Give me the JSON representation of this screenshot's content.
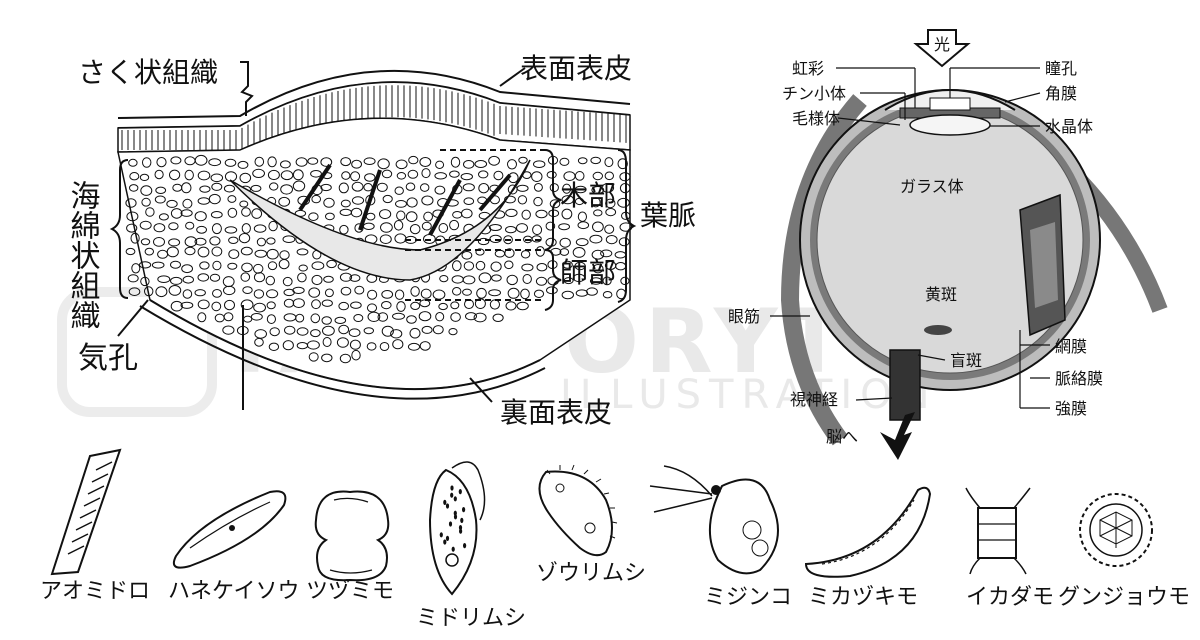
{
  "watermark": {
    "main": "TAKEPORYTO",
    "sub": "ILLUSTRATION"
  },
  "leaf": {
    "labels": {
      "palisade": "さく状組織",
      "upper_epidermis": "表面表皮",
      "spongy": "海綿状組織",
      "xylem": "木部",
      "phloem": "師部",
      "vein": "葉脈",
      "stoma": "気孔",
      "lower_epidermis": "裏面表皮"
    }
  },
  "eye": {
    "labels": {
      "light": "光",
      "iris": "虹彩",
      "zonule": "チン小体",
      "ciliary": "毛様体",
      "pupil": "瞳孔",
      "cornea": "角膜",
      "lens": "水晶体",
      "vitreous": "ガラス体",
      "muscle": "眼筋",
      "macula": "黄斑",
      "retina": "網膜",
      "choroid": "脈絡膜",
      "blind_spot": "盲斑",
      "optic_nerve": "視神経",
      "sclera": "強膜",
      "to_brain": "脳へ"
    }
  },
  "organisms": [
    {
      "name": "アオミドロ"
    },
    {
      "name": "ハネケイソウ"
    },
    {
      "name": "ツヅミモ"
    },
    {
      "name": "ミドリムシ"
    },
    {
      "name": "ゾウリムシ"
    },
    {
      "name": "ミジンコ"
    },
    {
      "name": "ミカヅキモ"
    },
    {
      "name": "イカダモ"
    },
    {
      "name": "グンジョウモ"
    }
  ]
}
